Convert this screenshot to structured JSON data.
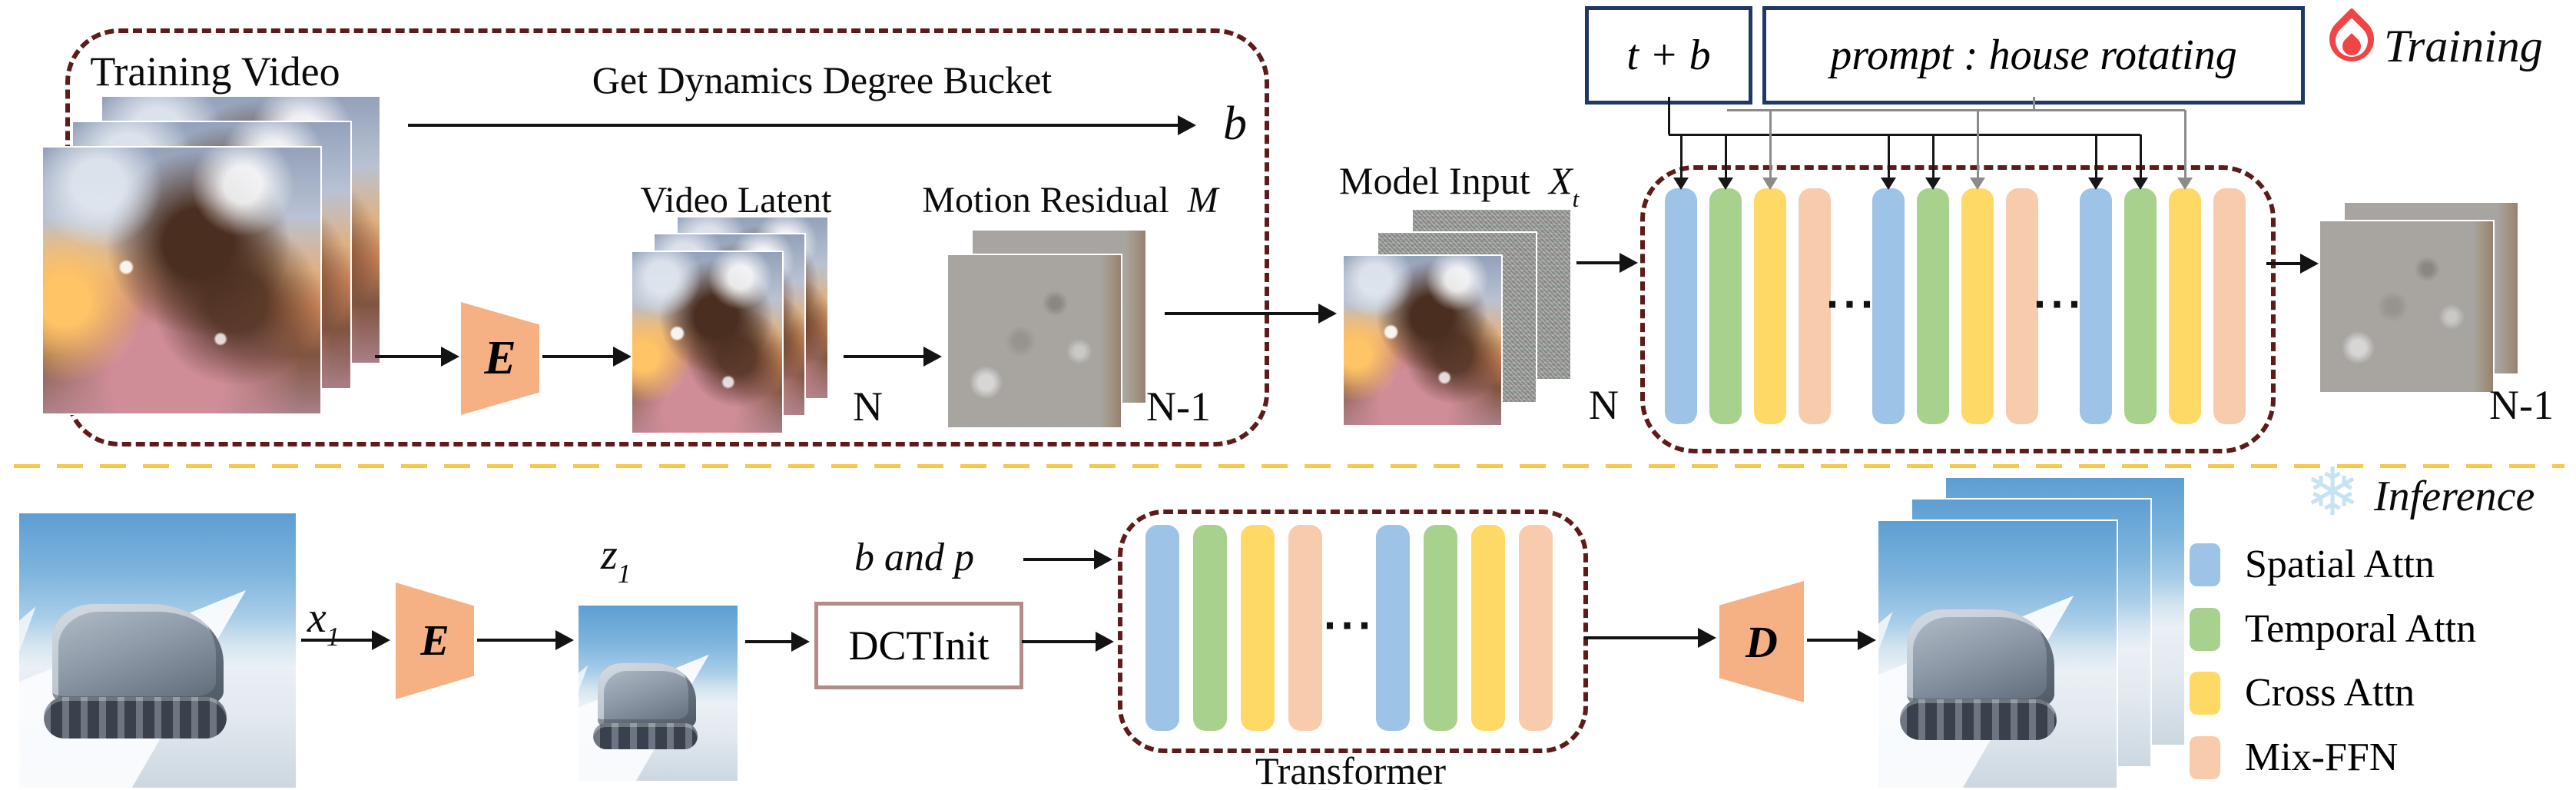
{
  "training": {
    "tag": "Training",
    "video_label": "Training Video",
    "bucket_label": "Get Dynamics Degree Bucket",
    "bucket_symbol": "b",
    "video_latent_label": "Video Latent",
    "motion_residual_label": "Motion Residual",
    "motion_residual_symbol": "M",
    "latent_count": "N",
    "residual_count": "N-1",
    "model_input_label": "Model Input",
    "model_input_symbol": "X",
    "model_input_subscript": "t",
    "model_input_count": "N",
    "output_count": "N-1",
    "timestep_label": "t + b",
    "prompt_label": "prompt : house rotating",
    "encoder_symbol": "E"
  },
  "inference": {
    "tag": "Inference",
    "input_symbol": "x",
    "input_subscript": "1",
    "latent_symbol": "z",
    "latent_subscript": "1",
    "condition_label": "b and p",
    "dct_label": "DCTInit",
    "transformer_label": "Transformer",
    "encoder_symbol": "E",
    "decoder_symbol": "D"
  },
  "transformer": {
    "block_pattern": [
      "spatial",
      "temporal",
      "cross",
      "mixffn"
    ],
    "training_groups": 3,
    "inference_groups": 2,
    "ellipsis": "···"
  },
  "legend": {
    "items": [
      {
        "type": "spatial",
        "label": "Spatial Attn",
        "color": "#9DC3E6"
      },
      {
        "type": "temporal",
        "label": "Temporal Attn",
        "color": "#A9D18E"
      },
      {
        "type": "cross",
        "label": "Cross Attn",
        "color": "#FFD966"
      },
      {
        "type": "mixffn",
        "label": "Mix-FFN",
        "color": "#F8CBAD"
      }
    ]
  },
  "colors": {
    "dashed_box": "#5e1b1b",
    "divider": "#f6c84b",
    "navy_border": "#1f3864",
    "dct_border": "#b48a8a",
    "codec_fill": "#f5b183",
    "arrow_black": "#161616",
    "arrow_gray": "#8b8b8b",
    "flame": "#ef4545",
    "snowflake": "#c5e3f3"
  }
}
